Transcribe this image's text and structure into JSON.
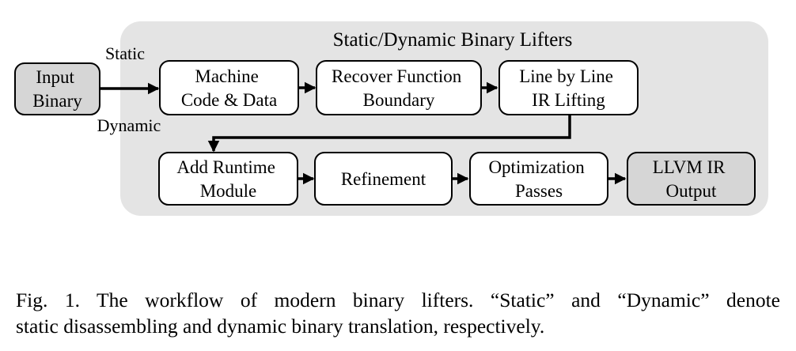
{
  "diagram": {
    "title": "Static/Dynamic Binary Lifters",
    "edge_labels": {
      "static": "Static",
      "dynamic": "Dynamic"
    },
    "nodes": {
      "input_binary": [
        "Input",
        "Binary"
      ],
      "machine_code": [
        "Machine",
        "Code & Data"
      ],
      "recover_function": [
        "Recover Function",
        "Boundary"
      ],
      "line_by_line": [
        "Line by Line",
        "IR Lifting"
      ],
      "add_runtime": [
        "Add Runtime",
        "Module"
      ],
      "refinement": [
        "Refinement"
      ],
      "optimization": [
        "Optimization",
        "Passes"
      ],
      "llvm_output": [
        "LLVM IR",
        "Output"
      ]
    },
    "colors": {
      "panel": "#e4e4e4",
      "box": "#ffffff",
      "io_box": "#d6d6d6",
      "stroke": "#000000"
    }
  },
  "caption": {
    "line1": "Fig. 1.  The workflow of modern binary lifters. “Static” and “Dynamic” denote",
    "line2": "static disassembling and dynamic binary translation, respectively."
  }
}
